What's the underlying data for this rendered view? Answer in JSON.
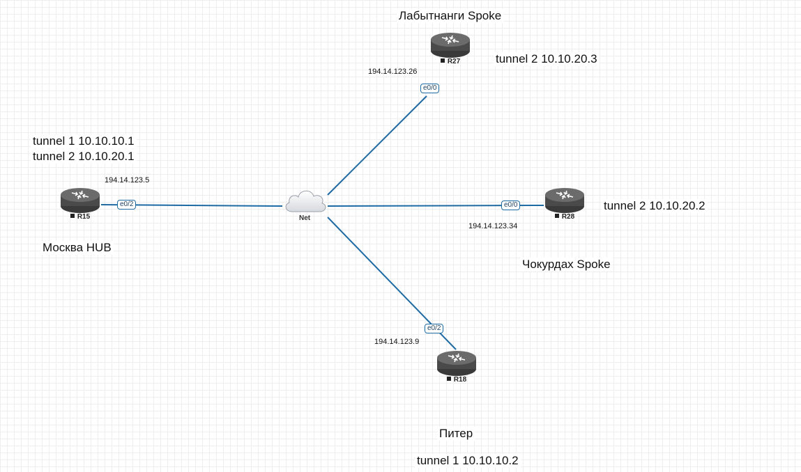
{
  "nodes": {
    "r15": {
      "name": "R15"
    },
    "r27": {
      "name": "R27"
    },
    "r28": {
      "name": "R28"
    },
    "r18": {
      "name": "R18"
    },
    "net": {
      "name": "Net"
    }
  },
  "interfaces": {
    "r15": "e0/2",
    "r27": "e0/0",
    "r28": "e0/0",
    "r18": "e0/2"
  },
  "ips": {
    "r15": "194.14.123.5",
    "r27": "194.14.123.26",
    "r28": "194.14.123.34",
    "r18": "194.14.123.9"
  },
  "labels": {
    "moscow": "Москва HUB",
    "moscow_tunnel1": "tunnel 1 10.10.10.1",
    "moscow_tunnel2": "tunnel 2 10.10.20.1",
    "labytnangi": "Лабытнанги Spoke",
    "labytnangi_tunnel": "tunnel 2 10.10.20.3",
    "chokurdakh": "Чокурдах Spoke",
    "chokurdakh_tunnel": "tunnel 2 10.10.20.2",
    "piter": "Питер",
    "piter_tunnel": "tunnel 1 10.10.10.2"
  },
  "colors": {
    "link": "#1d6aa3",
    "router_body": "#4a4a4a",
    "router_top": "#6b6b6b"
  },
  "icons": {
    "router": "router-icon",
    "cloud": "cloud-icon"
  }
}
